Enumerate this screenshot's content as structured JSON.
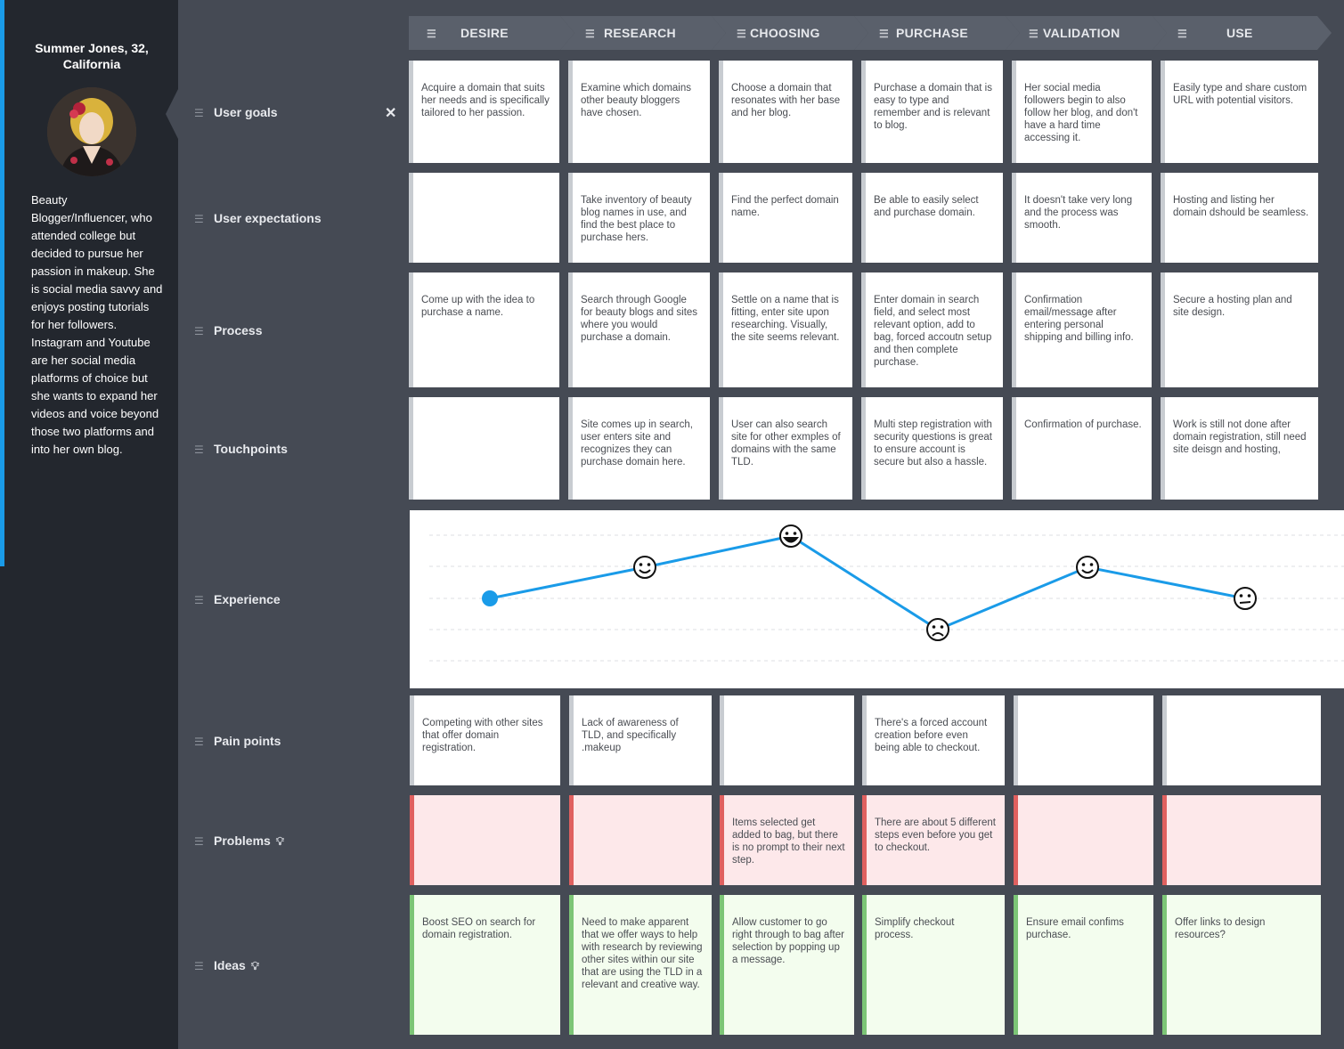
{
  "persona": {
    "name": "Summer Jones, 32, California",
    "bio": "Beauty Blogger/Influencer, who attended college but decided to pursue her passion in makeup. She is social media savvy and enjoys posting tutorials for her followers. Instagram and Youtube are her social media platforms of choice but she wants to expand her videos and voice beyond those two platforms and into her own blog."
  },
  "phases": [
    "DESIRE",
    "RESEARCH",
    "CHOOSING",
    "PURCHASE",
    "VALIDATION",
    "USE"
  ],
  "rows": {
    "user_goals": {
      "label": "User goals",
      "cells": [
        "Acquire a domain that suits her needs and is specifically tailored to her passion.",
        "Examine which domains other beauty bloggers have chosen.",
        "Choose a domain that resonates with her base and her blog.",
        "Purchase a domain that is easy to type and remember and is relevant to blog.",
        "Her social media followers begin to also follow her blog, and don't have a hard time accessing it.",
        "Easily type and share custom URL with potential visitors."
      ]
    },
    "user_expectations": {
      "label": "User expectations",
      "cells": [
        "",
        "Take inventory of beauty blog names in use, and find the best place to purchase hers.",
        "Find the perfect domain name.",
        "Be able to easily select and purchase domain.",
        "It doesn't take very long and the process was smooth.",
        "Hosting and listing her domain dshould be seamless."
      ]
    },
    "process": {
      "label": "Process",
      "cells": [
        "Come up with the idea to purchase a name.",
        "Search through Google for beauty blogs and sites where you would purchase a domain.",
        "Settle on a name that is fitting, enter site upon researching. Visually, the site seems relevant.",
        "Enter domain in search field, and select most relevant option, add to bag, forced accoutn setup and then complete purchase.",
        "Confirmation email/message after entering personal shipping and billing info.",
        "Secure a hosting plan and site design."
      ]
    },
    "touchpoints": {
      "label": "Touchpoints",
      "cells": [
        "",
        "Site comes up in search, user enters site and recognizes they can purchase domain here.",
        "User can also search site for other exmples of domains with the same TLD.",
        "Multi step registration with security questions is great to ensure account is secure but also a hassle.",
        "Confirmation of purchase.",
        "Work is still not done after domain registration, still need site deisgn and hosting,"
      ]
    },
    "experience": {
      "label": "Experience",
      "levels": [
        0,
        1,
        2,
        -1,
        1,
        0
      ],
      "faces": [
        "dot",
        "smile",
        "grin",
        "frown",
        "smile",
        "neutral"
      ]
    },
    "pain_points": {
      "label": "Pain points",
      "cells": [
        "Competing with other sites that offer domain registration.",
        "Lack of awareness of TLD, and specifically .makeup",
        "",
        "There's a forced account creation before even being able to checkout.",
        "",
        ""
      ]
    },
    "problems": {
      "label": "Problems",
      "cells": [
        "",
        "",
        "Items selected get added to bag, but there is no prompt to their next step.",
        "There are about 5 different steps even before you get to checkout.",
        "",
        ""
      ]
    },
    "ideas": {
      "label": "Ideas",
      "cells": [
        "Boost SEO on search for domain registration.",
        "Need to make apparent that we offer ways to help with research by reviewing other sites within our site that are using the TLD in a relevant and creative way.",
        "Allow customer to go right through to bag after selection by popping up a message.",
        "Simplify checkout process.",
        "Ensure email confims purchase.",
        "Offer links to design resources?"
      ]
    }
  },
  "colors": {
    "accent": "#1a9be8",
    "problem_bg": "#fde8ea",
    "problem_border": "#e0605f",
    "idea_bg": "#f3fdee",
    "idea_border": "#7cc576"
  }
}
